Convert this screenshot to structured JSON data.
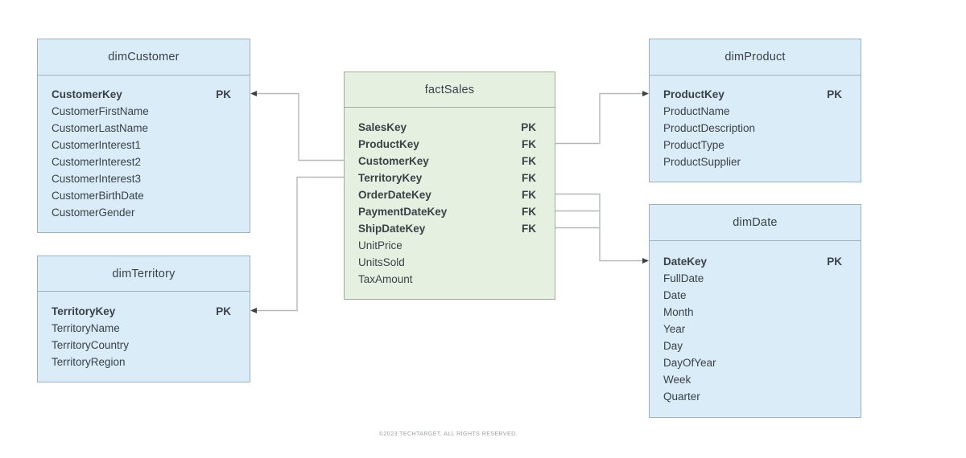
{
  "page": {
    "footer": "©2023 TECHTARGET. ALL RIGHTS RESERVED."
  },
  "colors": {
    "dimension_fill": "#d9ecf8",
    "dimension_border": "#9bb2c1",
    "fact_fill": "#e6f0e0",
    "fact_border": "#a0ae9c",
    "connector": "#b5b8ba",
    "arrowhead": "#3d4245",
    "text": "#3b4146",
    "footer_text": "#9aa0a6"
  },
  "tables": {
    "dimCustomer": {
      "title": "dimCustomer",
      "fields": [
        {
          "name": "CustomerKey",
          "key": "PK"
        },
        {
          "name": "CustomerFirstName",
          "key": ""
        },
        {
          "name": "CustomerLastName",
          "key": ""
        },
        {
          "name": "CustomerInterest1",
          "key": ""
        },
        {
          "name": "CustomerInterest2",
          "key": ""
        },
        {
          "name": "CustomerInterest3",
          "key": ""
        },
        {
          "name": "CustomerBirthDate",
          "key": ""
        },
        {
          "name": "CustomerGender",
          "key": ""
        }
      ]
    },
    "dimTerritory": {
      "title": "dimTerritory",
      "fields": [
        {
          "name": "TerritoryKey",
          "key": "PK"
        },
        {
          "name": "TerritoryName",
          "key": ""
        },
        {
          "name": "TerritoryCountry",
          "key": ""
        },
        {
          "name": "TerritoryRegion",
          "key": ""
        }
      ]
    },
    "factSales": {
      "title": "factSales",
      "fields": [
        {
          "name": "SalesKey",
          "key": "PK"
        },
        {
          "name": "ProductKey",
          "key": "FK"
        },
        {
          "name": "CustomerKey",
          "key": "FK"
        },
        {
          "name": "TerritoryKey",
          "key": "FK"
        },
        {
          "name": "OrderDateKey",
          "key": "FK"
        },
        {
          "name": "PaymentDateKey",
          "key": "FK"
        },
        {
          "name": "ShipDateKey",
          "key": "FK"
        },
        {
          "name": "UnitPrice",
          "key": ""
        },
        {
          "name": "UnitsSold",
          "key": ""
        },
        {
          "name": "TaxAmount",
          "key": ""
        }
      ]
    },
    "dimProduct": {
      "title": "dimProduct",
      "fields": [
        {
          "name": "ProductKey",
          "key": "PK"
        },
        {
          "name": "ProductName",
          "key": ""
        },
        {
          "name": "ProductDescription",
          "key": ""
        },
        {
          "name": "ProductType",
          "key": ""
        },
        {
          "name": "ProductSupplier",
          "key": ""
        }
      ]
    },
    "dimDate": {
      "title": "dimDate",
      "fields": [
        {
          "name": "DateKey",
          "key": "PK"
        },
        {
          "name": "FullDate",
          "key": ""
        },
        {
          "name": "Date",
          "key": ""
        },
        {
          "name": "Month",
          "key": ""
        },
        {
          "name": "Year",
          "key": ""
        },
        {
          "name": "Day",
          "key": ""
        },
        {
          "name": "DayOfYear",
          "key": ""
        },
        {
          "name": "Week",
          "key": ""
        },
        {
          "name": "Quarter",
          "key": ""
        }
      ]
    }
  },
  "relationships": [
    {
      "from": "factSales.CustomerKey",
      "to": "dimCustomer.CustomerKey"
    },
    {
      "from": "factSales.TerritoryKey",
      "to": "dimTerritory.TerritoryKey"
    },
    {
      "from": "factSales.ProductKey",
      "to": "dimProduct.ProductKey"
    },
    {
      "from": "factSales.OrderDateKey",
      "to": "dimDate.DateKey"
    },
    {
      "from": "factSales.PaymentDateKey",
      "to": "dimDate.DateKey"
    },
    {
      "from": "factSales.ShipDateKey",
      "to": "dimDate.DateKey"
    }
  ]
}
